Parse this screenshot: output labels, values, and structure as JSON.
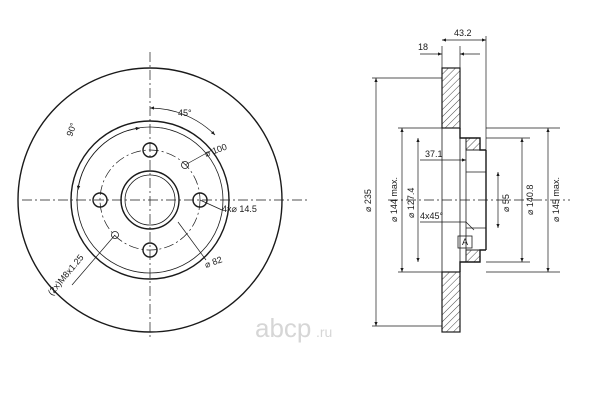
{
  "front_view": {
    "labels": {
      "angle_90": "90°",
      "angle_45": "45°",
      "pcd": "⌀ 100",
      "holes": "4x⌀ 14.5",
      "hub": "⌀ 82",
      "threads": "(2x)M8x1.25"
    }
  },
  "side_view": {
    "labels": {
      "total_width": "43.2",
      "disc_thickness": "18",
      "outer_diameter": "⌀ 235",
      "dia_144": "⌀ 144 max.",
      "dia_127": "⌀ 127.4",
      "depth_37": "37.1",
      "chamfer": "4x45°",
      "center_bore": "⌀ 55",
      "dia_140": "⌀ 140.8",
      "dia_145": "⌀ 145 max.",
      "section_mark": "A"
    }
  },
  "watermark": {
    "brand": "abcp",
    "suffix": ".ru"
  }
}
